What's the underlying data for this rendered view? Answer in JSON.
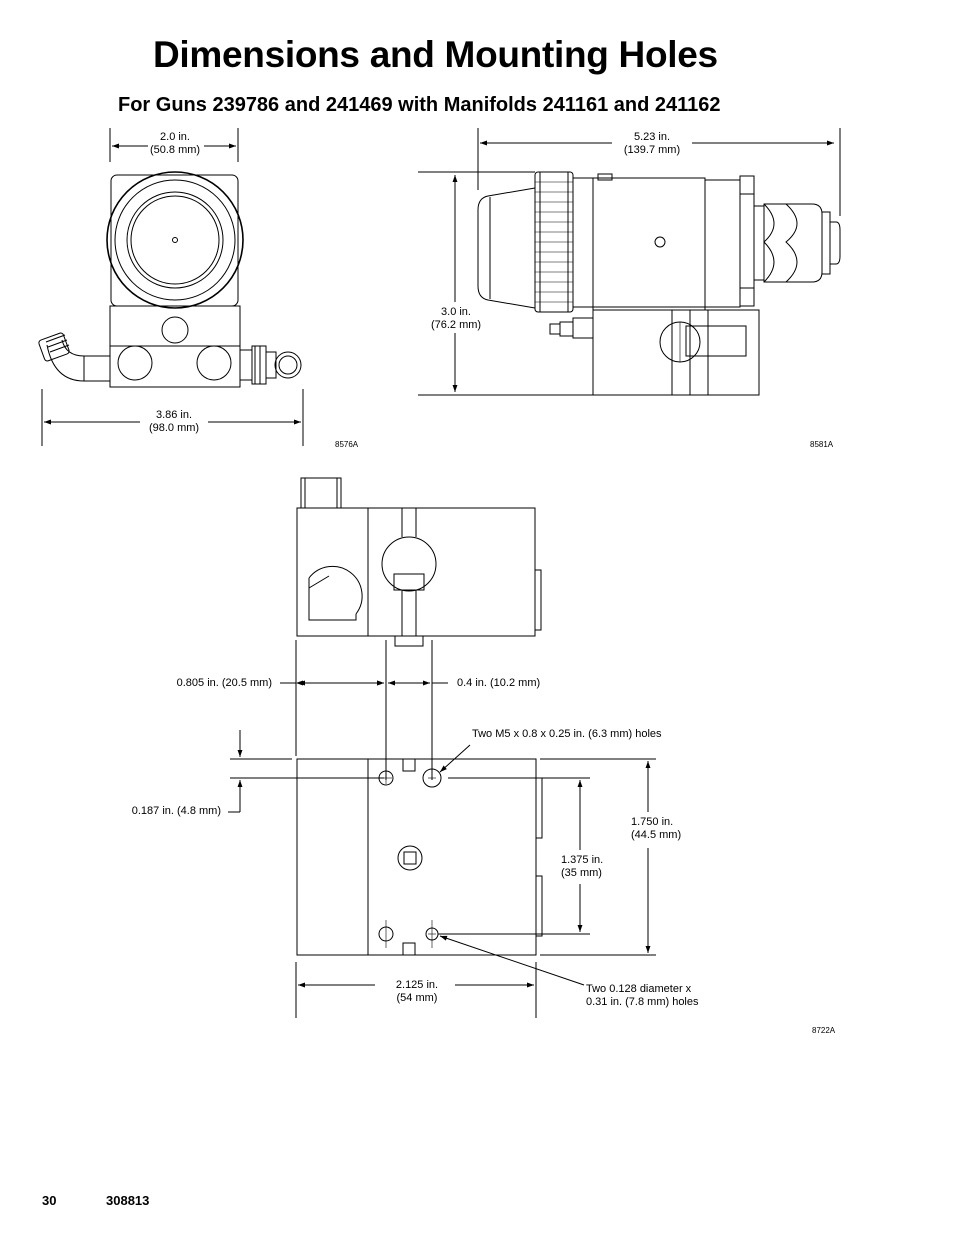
{
  "page": {
    "title": "Dimensions and Mounting Holes",
    "subtitle": "For Guns 239786 and 241469 with Manifolds 241161 and 241162",
    "page_number": "30",
    "doc_number": "308813"
  },
  "fig1": {
    "id": "8576A",
    "width_top": {
      "line1": "2.0 in.",
      "line2": "(50.8 mm)"
    },
    "width_bottom": {
      "line1": "3.86 in.",
      "line2": "(98.0 mm)"
    }
  },
  "fig2": {
    "id": "8581A",
    "length": {
      "line1": "5.23 in.",
      "line2": "(139.7 mm)"
    },
    "height": {
      "line1": "3.0 in.",
      "line2": "(76.2 mm)"
    }
  },
  "fig3": {
    "id": "8722A",
    "dim_0805": "0.805 in. (20.5 mm)",
    "dim_04": "0.4 in. (10.2 mm)",
    "m5_holes": "Two M5 x 0.8 x 0.25 in. (6.3 mm) holes",
    "dim_0187": "0.187 in. (4.8 mm)",
    "dim_1750": {
      "line1": "1.750 in.",
      "line2": "(44.5 mm)"
    },
    "dim_1375": {
      "line1": "1.375 in.",
      "line2": "(35 mm)"
    },
    "dim_2125": {
      "line1": "2.125 in.",
      "line2": "(54 mm)"
    },
    "pin_holes": {
      "line1": "Two 0.128 diameter x",
      "line2": "0.31 in. (7.8 mm) holes"
    }
  }
}
